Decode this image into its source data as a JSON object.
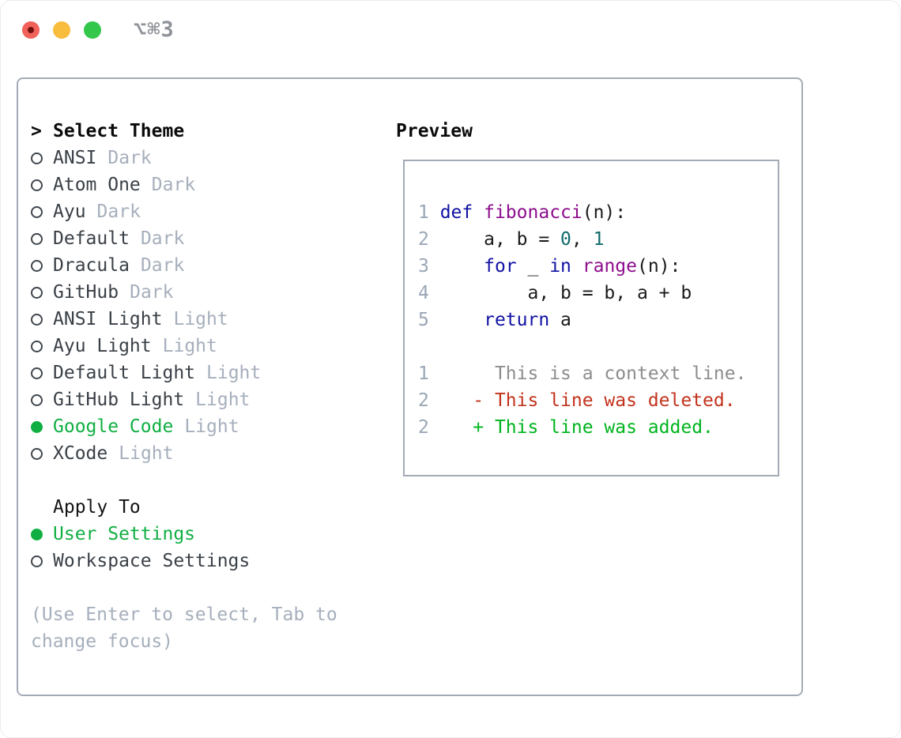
{
  "titlebar": {
    "shortcut": "⌥⌘3",
    "buttons": [
      "close",
      "minimize",
      "zoom"
    ]
  },
  "theme_panel": {
    "select_header": {
      "marker": ">",
      "label": "Select Theme"
    },
    "themes": [
      {
        "name": "ANSI",
        "variant": "Dark",
        "selected": false
      },
      {
        "name": "Atom One",
        "variant": "Dark",
        "selected": false
      },
      {
        "name": "Ayu",
        "variant": "Dark",
        "selected": false
      },
      {
        "name": "Default",
        "variant": "Dark",
        "selected": false
      },
      {
        "name": "Dracula",
        "variant": "Dark",
        "selected": false
      },
      {
        "name": "GitHub",
        "variant": "Dark",
        "selected": false
      },
      {
        "name": "ANSI Light",
        "variant": "Light",
        "selected": false
      },
      {
        "name": "Ayu Light",
        "variant": "Light",
        "selected": false
      },
      {
        "name": "Default Light",
        "variant": "Light",
        "selected": false
      },
      {
        "name": "GitHub Light",
        "variant": "Light",
        "selected": false
      },
      {
        "name": "Google Code",
        "variant": "Light",
        "selected": true
      },
      {
        "name": "XCode",
        "variant": "Light",
        "selected": false
      }
    ],
    "apply_to": {
      "label": "Apply To",
      "options": [
        {
          "name": "User Settings",
          "selected": true
        },
        {
          "name": "Workspace Settings",
          "selected": false
        }
      ]
    },
    "hint": "(Use Enter to select, Tab to change focus)"
  },
  "preview": {
    "label": "Preview",
    "token_colors": {
      "gutter": "#9aa6b6",
      "kw": "#1111a3",
      "fn": "#8e0d8e",
      "num": "#0e6a6a",
      "plain": "#1a1a1a",
      "ctx": "#8d8d8d",
      "del": "#c2331d",
      "add": "#00b41e"
    },
    "lines": [
      {
        "tokens": [
          [
            "1 ",
            "gutter"
          ],
          [
            "def",
            "kw"
          ],
          [
            " ",
            "plain"
          ],
          [
            "fibonacci",
            "fn"
          ],
          [
            "(n):",
            "plain"
          ]
        ]
      },
      {
        "tokens": [
          [
            "2 ",
            "gutter"
          ],
          [
            "    a, b = ",
            "plain"
          ],
          [
            "0",
            "num"
          ],
          [
            ", ",
            "plain"
          ],
          [
            "1",
            "num"
          ]
        ]
      },
      {
        "tokens": [
          [
            "3 ",
            "gutter"
          ],
          [
            "    ",
            "plain"
          ],
          [
            "for",
            "kw"
          ],
          [
            " _ ",
            "plain"
          ],
          [
            "in",
            "kw"
          ],
          [
            " ",
            "plain"
          ],
          [
            "range",
            "fn"
          ],
          [
            "(n):",
            "plain"
          ]
        ]
      },
      {
        "tokens": [
          [
            "4 ",
            "gutter"
          ],
          [
            "        a, b = b, a + b",
            "plain"
          ]
        ]
      },
      {
        "tokens": [
          [
            "5 ",
            "gutter"
          ],
          [
            "    ",
            "plain"
          ],
          [
            "return",
            "kw"
          ],
          [
            " a",
            "plain"
          ]
        ]
      },
      {
        "tokens": []
      },
      {
        "tokens": [
          [
            "1 ",
            "gutter"
          ],
          [
            "     This is a context line.",
            "ctx"
          ]
        ]
      },
      {
        "tokens": [
          [
            "2 ",
            "gutter"
          ],
          [
            "   ",
            "plain"
          ],
          [
            "- This line was deleted.",
            "del"
          ]
        ]
      },
      {
        "tokens": [
          [
            "2 ",
            "gutter"
          ],
          [
            "   ",
            "plain"
          ],
          [
            "+ This line was added.",
            "add"
          ]
        ]
      }
    ]
  },
  "colors": {
    "selection_green": "#11af43",
    "label_dark": "#3a4047",
    "muted_gray": "#a6afbc",
    "panel_border": "#a3abb6",
    "traffic_red": "#f2615a",
    "traffic_yellow": "#f9bd3d",
    "traffic_green": "#33c84b"
  }
}
